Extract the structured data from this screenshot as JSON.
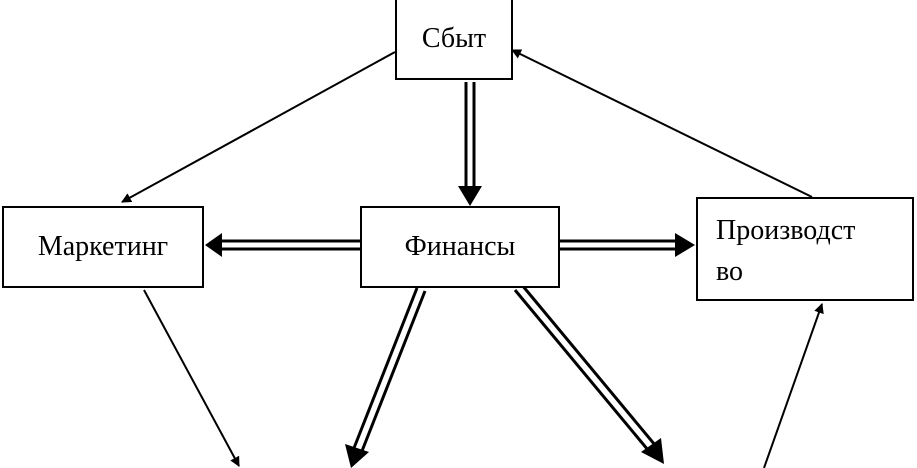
{
  "nodes": {
    "sbyt": "Сбыт",
    "marketing": "Маркетинг",
    "finance": "Финансы",
    "production_line1": "Производст",
    "production_line2": "во"
  }
}
